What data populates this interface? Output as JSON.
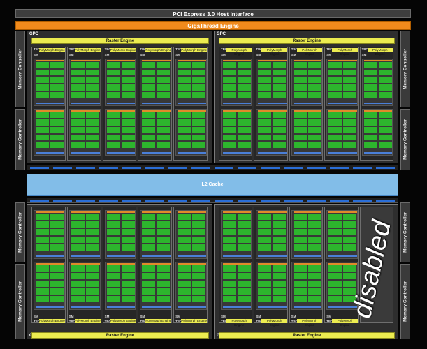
{
  "header": {
    "host_interface": "PCI Express 3.0 Host Interface",
    "gigathread": "GigaThread Engine"
  },
  "memory_controller_label": "Memory Controller",
  "gpc_label": "GPC",
  "raster_label": "Raster Engine",
  "tpc_label": "TPC",
  "sm_label": "SM",
  "polymorph_label": "PolyMorph Engine",
  "l2_label": "L2 Cache",
  "disabled_label": "disabled",
  "colors": {
    "raster": "#ecec50",
    "gigathread": "#f08a1c",
    "cuda_core": "#2db52d",
    "l2_cache": "#82bde8",
    "texture_unit": "#4a7fd8"
  }
}
